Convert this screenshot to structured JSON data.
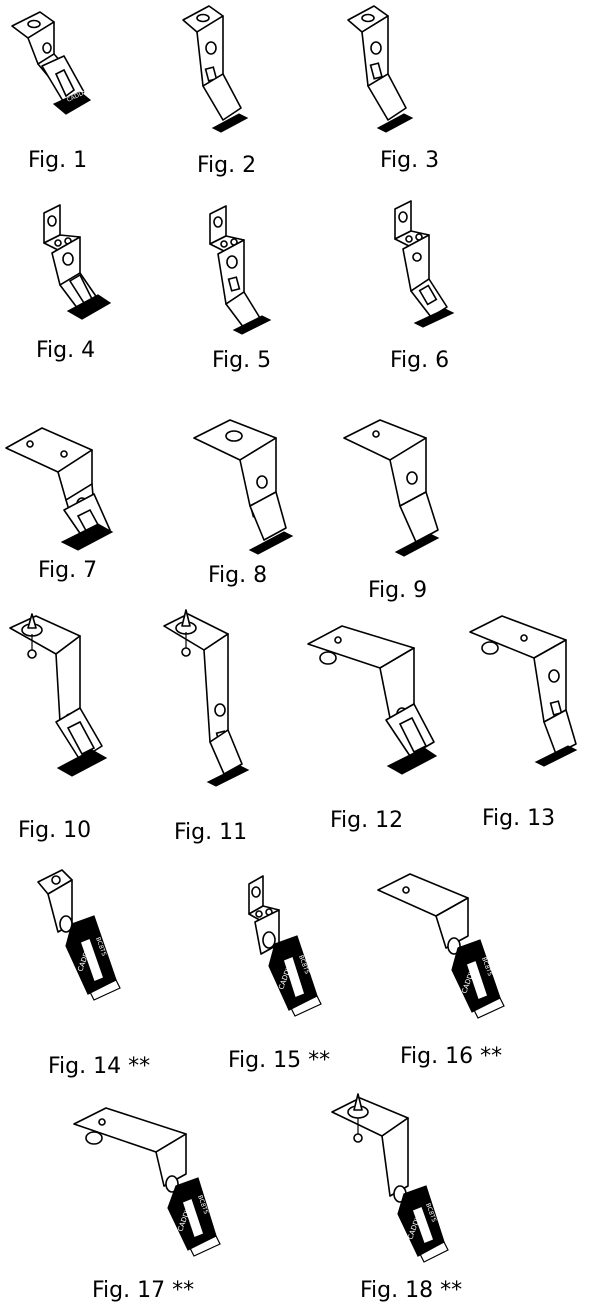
{
  "figures": [
    {
      "caption": "Fig. 1",
      "icon": "bracket-hanger-with-clip"
    },
    {
      "caption": "Fig. 2",
      "icon": "bracket-hanger-with-foot"
    },
    {
      "caption": "Fig. 3",
      "icon": "bracket-hanger-with-foot"
    },
    {
      "caption": "Fig. 4",
      "icon": "bracket-hanger-notched-with-clip"
    },
    {
      "caption": "Fig. 5",
      "icon": "bracket-hanger-notched-with-foot"
    },
    {
      "caption": "Fig. 6",
      "icon": "bracket-hanger-notched-with-foot"
    },
    {
      "caption": "Fig. 7",
      "icon": "offset-bracket-hanger-with-clip"
    },
    {
      "caption": "Fig. 8",
      "icon": "offset-bracket-hanger-with-foot"
    },
    {
      "caption": "Fig. 9",
      "icon": "offset-bracket-hanger-with-foot"
    },
    {
      "caption": "Fig. 10",
      "icon": "pin-bracket-hanger-with-clip"
    },
    {
      "caption": "Fig. 11",
      "icon": "pin-bracket-hanger-with-foot"
    },
    {
      "caption": "Fig. 12",
      "icon": "long-bracket-hanger-with-clip"
    },
    {
      "caption": "Fig. 13",
      "icon": "long-bracket-hanger-with-foot"
    },
    {
      "caption": "Fig. 14 **",
      "icon": "bracket-hanger-with-caddy-clip"
    },
    {
      "caption": "Fig. 15 **",
      "icon": "bracket-hanger-notched-with-caddy-clip"
    },
    {
      "caption": "Fig. 16 **",
      "icon": "offset-bracket-hanger-with-caddy-clip"
    },
    {
      "caption": "Fig. 17 **",
      "icon": "long-bracket-hanger-with-caddy-clip"
    },
    {
      "caption": "Fig. 18 **",
      "icon": "pin-bracket-hanger-with-caddy-clip"
    }
  ]
}
